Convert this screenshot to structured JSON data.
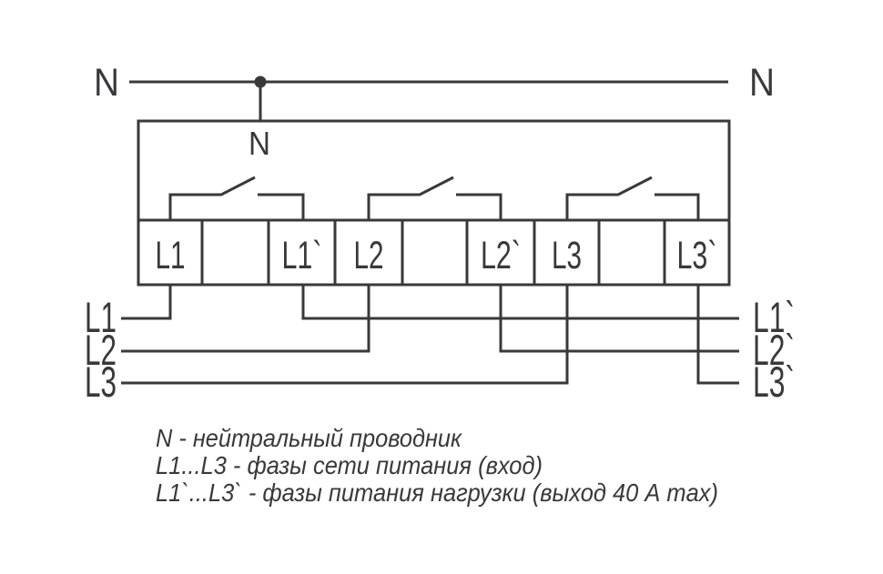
{
  "diagram": {
    "neutral": {
      "left_label": "N",
      "right_label": "N",
      "device_label": "N"
    },
    "terminals": [
      "L1",
      "",
      "L1`",
      "L2",
      "",
      "L2`",
      "L3",
      "",
      "L3`"
    ],
    "inputs": [
      "L1",
      "L2",
      "L3"
    ],
    "outputs": [
      "L1`",
      "L2`",
      "L3`"
    ],
    "legend": [
      "N - нейтральный проводник",
      "L1...L3 - фазы сети питания (вход)",
      "L1`...L3` - фазы питания нагрузки (выход 40 А max)"
    ],
    "colors": {
      "line": "#39393b",
      "background": "#ffffff"
    }
  }
}
